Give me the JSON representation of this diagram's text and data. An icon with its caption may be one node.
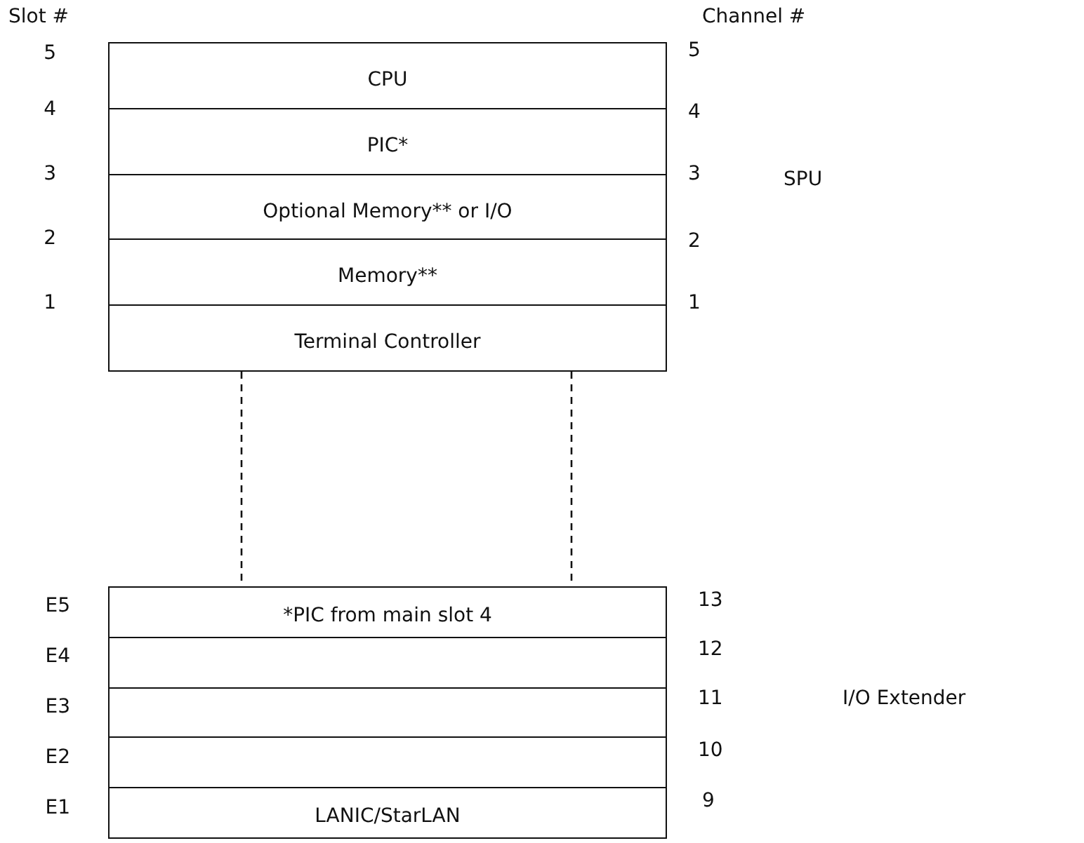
{
  "diagram": {
    "nodes": [
      {
        "text": [],
        "shape": "box"
      },
      {
        "text": [
          "CPU"
        ],
        "in": 0
      },
      {
        "text": [
          "PIC*"
        ],
        "in": 0
      },
      {
        "text": [
          "Optional Memory** or I/O"
        ],
        "in": 0
      },
      {
        "text": [
          "Memory**"
        ],
        "in": 0
      },
      {
        "text": [
          "Terminal Controller"
        ],
        "in": 0
      },
      {
        "text": [],
        "shape": "box"
      },
      {
        "text": [
          "*PIC from main slot 4"
        ],
        "in": 6
      },
      {
        "text": [],
        "shape": "box",
        "in": 6
      },
      {
        "text": [],
        "shape": "box",
        "in": 6
      },
      {
        "text": [],
        "shape": "box",
        "in": 6
      },
      {
        "text": [
          "LANIC/StarLAN"
        ],
        "in": 6
      }
    ],
    "edges": [
      {
        "from": 0,
        "to": 6,
        "arrow": "none",
        "style": "dashed"
      },
      {
        "from": 0,
        "to": 6,
        "arrow": "none",
        "style": "dashed"
      }
    ],
    "labels": [
      "Slot #",
      "Channel #",
      "5",
      "5",
      "4",
      "4",
      "3",
      "3",
      "SPU",
      "2",
      "2",
      "1",
      "1",
      "E5",
      "13",
      "E4",
      "12",
      "E3",
      "11",
      "I/O Extender",
      "E2",
      "10",
      "E1",
      "9"
    ]
  }
}
